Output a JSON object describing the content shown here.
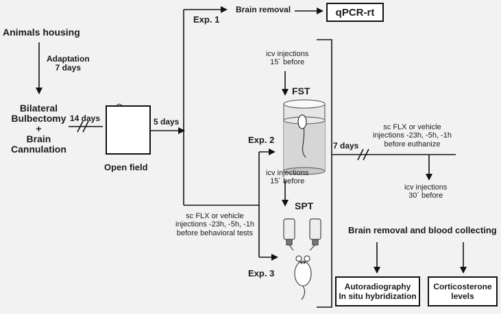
{
  "steps": {
    "animals_housing": "Animals housing",
    "adaptation": "Adaptation\n7 days",
    "surgery": "Bilateral\nBulbectomy\n+\nBrain\nCannulation",
    "fourteen_days": "14 days",
    "open_field": "Open field",
    "five_days": "5 days",
    "exp1": "Exp. 1",
    "brain_removal": "Brain removal",
    "qpcr": "qPCR-rt",
    "icv_fst": "icv injections\n15´ before",
    "fst": "FST",
    "exp2": "Exp. 2",
    "icv_spt": "icv injections\n15´ before",
    "spt": "SPT",
    "sc_behavioral": "sc FLX or vehicle\ninjections -23h, -5h, -1h\nbefore behavioral tests",
    "exp3": "Exp. 3",
    "seven_days": "7 days",
    "sc_euthanize": "sc FLX or vehicle\ninjections -23h, -5h, -1h\nbefore euthanize",
    "icv_30": "icv injections\n30´ before",
    "brain_blood": "Brain removal and blood collecting",
    "autoradiography": "Autoradiography\nIn situ hybridization",
    "corticosterone": "Corticosterone\nlevels"
  },
  "icons": [
    "mouse-icon",
    "swim-cylinder-icon",
    "sucrose-bottles-icon"
  ]
}
